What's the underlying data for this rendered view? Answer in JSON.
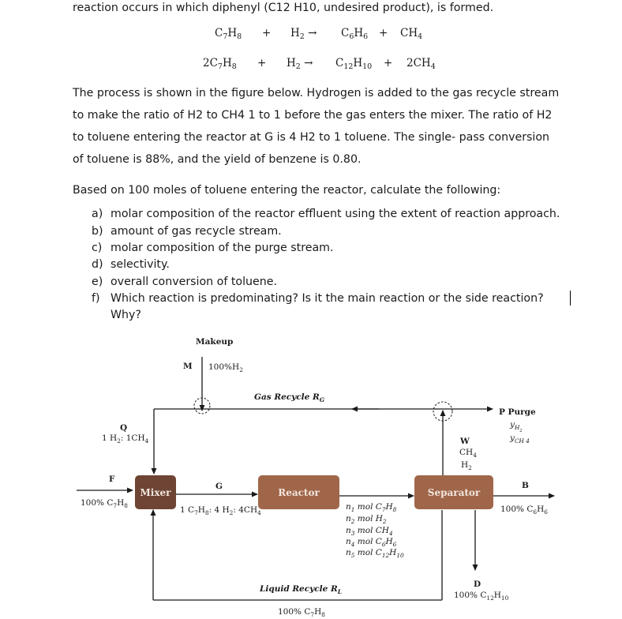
{
  "intro_line": "reaction occurs in which diphenyl (C12 H10, undesired product), is formed.",
  "equations": {
    "main": {
      "reactant1": "C7H8",
      "plus1": "+",
      "reactant2": "H2 →",
      "product1": "C6H6",
      "plus2": "+",
      "product2": "CH4"
    },
    "side": {
      "reactant1": "2C7H8",
      "plus1": "+",
      "reactant2": "H2 →",
      "product1": "C12H10",
      "plus2": "+",
      "product2": "2CH4"
    }
  },
  "paragraph": [
    "The process is shown in the figure below. Hydrogen is added to the gas recycle stream",
    "to make the ratio of H2 to CH4 1 to 1 before the gas enters the mixer. The ratio of H2",
    "to toluene entering the reactor at G is 4 H2 to 1 toluene. The single- pass conversion",
    "of toluene is 88%, and the yield of benzene is 0.80."
  ],
  "basis": "Based on 100 moles of toluene entering the reactor, calculate the following:",
  "questions": [
    {
      "marker": "a)",
      "text": "molar composition of the reactor effluent using the extent of reaction approach."
    },
    {
      "marker": "b)",
      "text": "amount of gas recycle stream."
    },
    {
      "marker": "c)",
      "text": "molar composition of the purge stream."
    },
    {
      "marker": "d)",
      "text": "selectivity."
    },
    {
      "marker": "e)",
      "text": "overall conversion of toluene."
    },
    {
      "marker": "f)",
      "text": "Which reaction is predominating? Is it the main reaction or the side reaction?",
      "continuation": "Why?"
    }
  ],
  "diagram": {
    "units": {
      "mixer": "Mixer",
      "reactor": "Reactor",
      "separator": "Separator"
    },
    "makeup": {
      "title": "Makeup",
      "stream": "M",
      "composition": "100%H2"
    },
    "gas_recycle": "Gas Recycle RG",
    "purge": {
      "title": "P Purge",
      "y1": "yH2",
      "y2": "yCH4"
    },
    "q_stream": {
      "name": "Q",
      "ratio": "1 H2: 1CH4"
    },
    "w_stream": {
      "name": "W",
      "c1": "CH4",
      "c2": "H2"
    },
    "feed": {
      "name": "F",
      "composition": "100% C7H8"
    },
    "g_stream": {
      "name": "G",
      "composition": "1 C7H8: 4 H2: 4CH4"
    },
    "effluent": [
      "n1 mol C7H8",
      "n2 mol H2",
      "n3 mol CH4",
      "n4 mol C6H6",
      "n5 mol C12H10"
    ],
    "b_stream": {
      "name": "B",
      "composition": "100% C6H6"
    },
    "d_stream": {
      "name": "D",
      "composition": "100% C12H10"
    },
    "liquid_recycle": {
      "label": "Liquid Recycle RL",
      "composition": "100% C7H8"
    }
  },
  "colors": {
    "unit_fill": "#a0664a",
    "mixer_fill": "#6e4434",
    "line": "#1a1a1a"
  }
}
